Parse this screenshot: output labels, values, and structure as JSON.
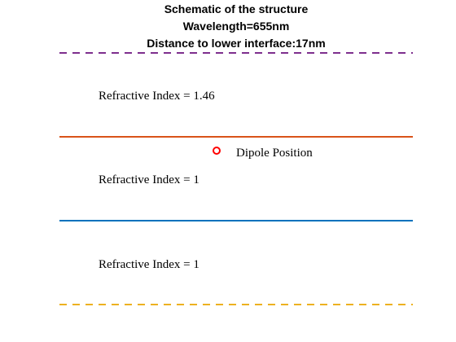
{
  "title": {
    "line1": "Schematic of the structure",
    "line2": "Wavelength=655nm",
    "line3": "Distance to lower interface:17nm"
  },
  "interfaces": [
    {
      "name": "top-boundary",
      "style": "dashed",
      "color": "#7E2F8E"
    },
    {
      "name": "upper-interface",
      "style": "solid",
      "color": "#D95319"
    },
    {
      "name": "lower-interface",
      "style": "solid",
      "color": "#0072BD"
    },
    {
      "name": "bottom-boundary",
      "style": "dashed",
      "color": "#EDB120"
    }
  ],
  "layers": [
    {
      "label": "Refractive Index = 1.46"
    },
    {
      "label": "Refractive Index = 1"
    },
    {
      "label": "Refractive Index = 1"
    }
  ],
  "dipole": {
    "label": "Dipole Position",
    "marker": "circle",
    "color": "#FF0000"
  }
}
